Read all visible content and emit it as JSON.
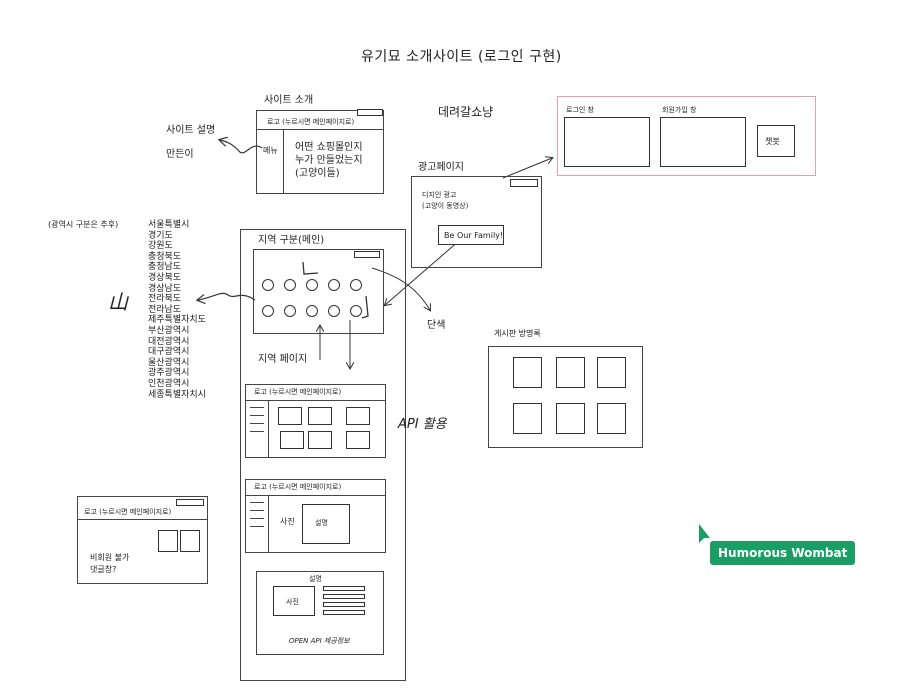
{
  "title": "유기묘 소개사이트 (로그인 구현)",
  "site_intro": {
    "label": "사이트 소개",
    "header": "로고 (누르시면 메인페이지로)",
    "menu": "메뉴",
    "body_lines": [
      "어떤 쇼핑몰인지",
      "누가 만들었는지",
      "(고양이들)"
    ],
    "side_note_1": "사이트 설명",
    "side_note_2": "만든이"
  },
  "adoption_note": "데려갈쇼냥",
  "login_box": {
    "label_left": "로그인 창",
    "label_right": "회원가입 창",
    "button": "챗봇"
  },
  "ad_page": {
    "label": "광고페이지",
    "lines": [
      "디지인 광고",
      "(고양이 동영상)"
    ],
    "button": "Be Our Family!"
  },
  "regions": {
    "note": "(광역시 구분은 추후)",
    "items": [
      "서울특별시",
      "경기도",
      "강원도",
      "충청북도",
      "충청남도",
      "경상북도",
      "경상남도",
      "전라북도",
      "전라남도",
      "제주특별자치도",
      "부산광역시",
      "대전광역시",
      "대구광역시",
      "울산광역시",
      "광주광역시",
      "인천광역시",
      "세종특별자치시"
    ]
  },
  "map_box": {
    "label": "지역 구분(메인)",
    "scribble": "山"
  },
  "single_color": "단색",
  "region_page": "지역 페이지",
  "api_note": "API 활용",
  "page1_header": "로고 (누르시면 메인페이지로)",
  "page2": {
    "header": "로고 (누르시면 메인페이지로)",
    "photo": "사진",
    "info": "설명"
  },
  "detail": {
    "label": "설명",
    "photo": "사진",
    "footer": "OPEN API 제공정보"
  },
  "guestbook": {
    "label": "게시판 방명록"
  },
  "comment_box": {
    "header": "로고 (누르시면 메인페이지로)",
    "lines": [
      "비회원 불가",
      "댓글창?"
    ]
  },
  "user_badge": "Humorous Wombat",
  "colors": {
    "pen": "#333333",
    "highlight_box": "#e8a0a0",
    "badge": "#1a9e66"
  }
}
